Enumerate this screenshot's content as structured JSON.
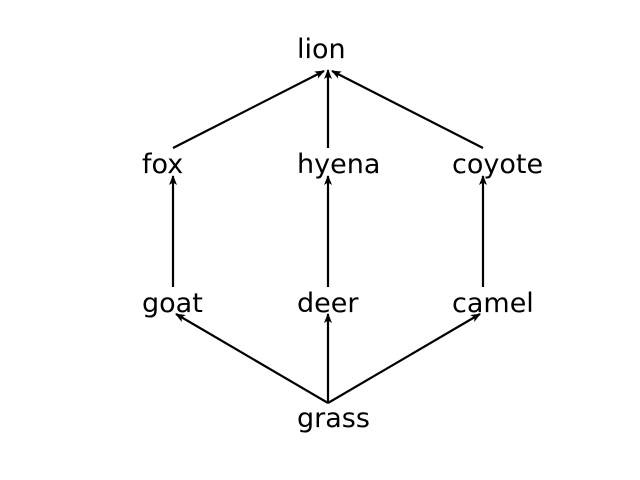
{
  "diagram": {
    "type": "food-web",
    "nodes": {
      "lion": "lion",
      "fox": "fox",
      "hyena": "hyena",
      "coyote": "coyote",
      "goat": "goat",
      "deer": "deer",
      "camel": "camel",
      "grass": "grass"
    },
    "edges": [
      {
        "from": "fox",
        "to": "lion"
      },
      {
        "from": "hyena",
        "to": "lion"
      },
      {
        "from": "coyote",
        "to": "lion"
      },
      {
        "from": "goat",
        "to": "fox"
      },
      {
        "from": "deer",
        "to": "hyena"
      },
      {
        "from": "camel",
        "to": "coyote"
      },
      {
        "from": "grass",
        "to": "goat"
      },
      {
        "from": "grass",
        "to": "deer"
      },
      {
        "from": "grass",
        "to": "camel"
      }
    ],
    "edge_color": "#000000"
  }
}
